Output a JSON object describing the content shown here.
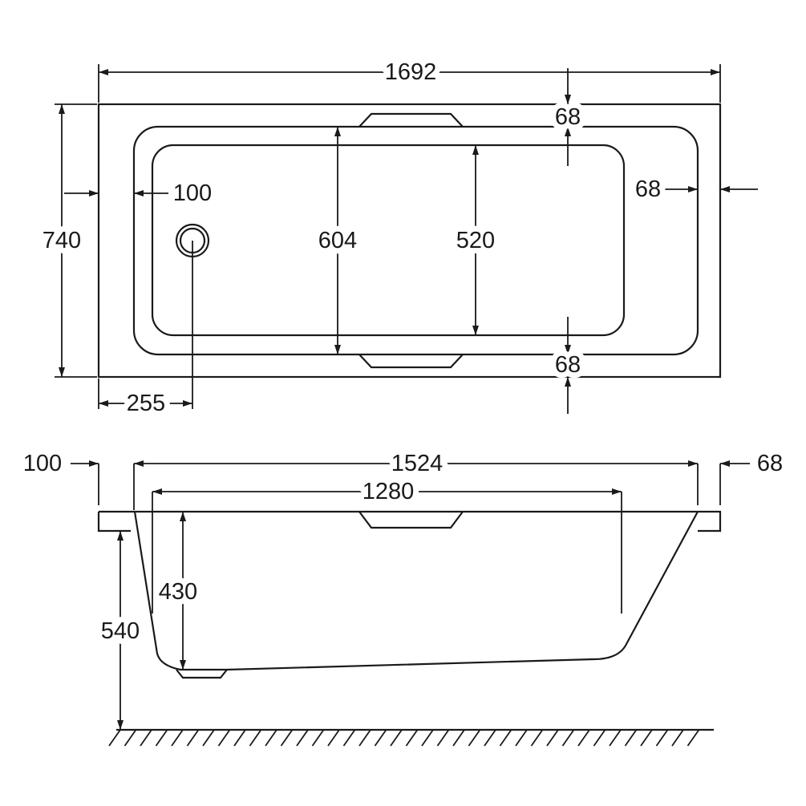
{
  "title": "Bath dimension drawing",
  "top_view": {
    "overall_length": "1692",
    "overall_width": "740",
    "rim_left": "100",
    "inner_width": "604",
    "basin_width": "520",
    "rim_top": "68",
    "rim_right": "68",
    "rim_bottom": "68",
    "waste_offset": "255"
  },
  "side_view": {
    "rim_left": "100",
    "rim_right": "68",
    "top_length": "1524",
    "base_length": "1280",
    "depth": "430",
    "height": "540"
  }
}
